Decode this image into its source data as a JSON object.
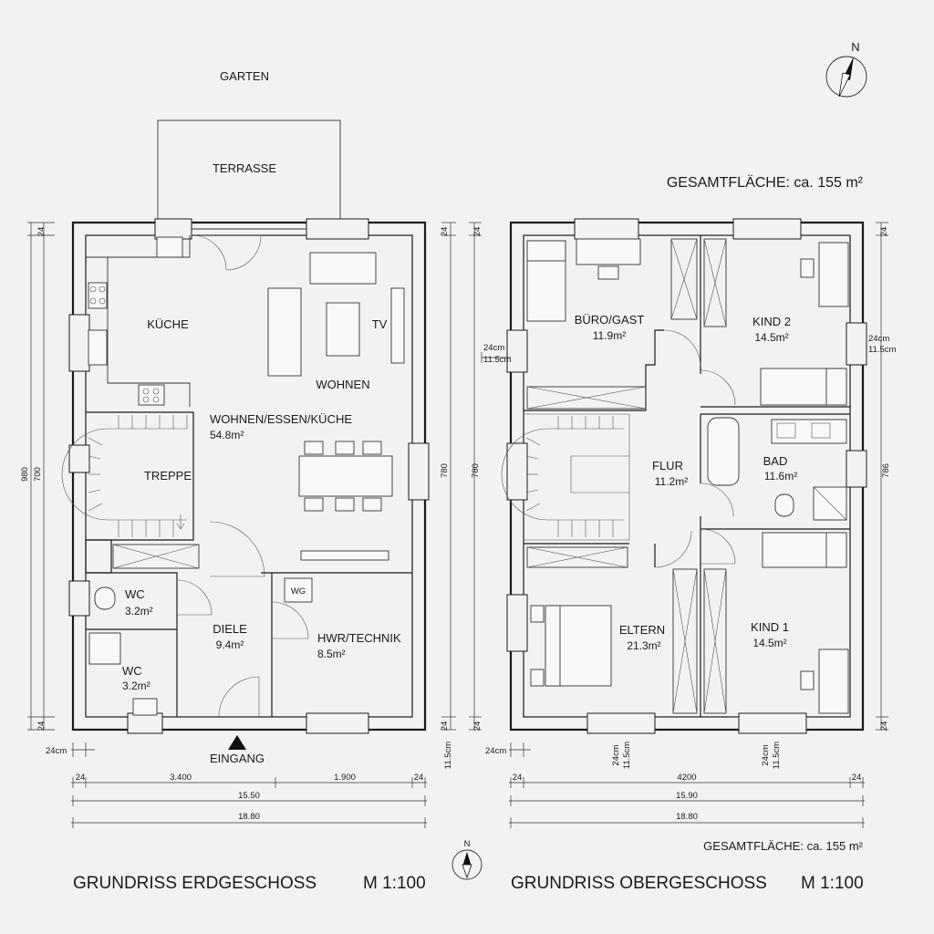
{
  "outside": {
    "garden": "GARTEN",
    "terrace": "TERRASSE",
    "entrance": "EINGANG"
  },
  "totals": {
    "top": "GESAMTFLÄCHE: ca. 155 m²",
    "bottom": "GESAMTFLÄCHE: ca. 155 m²"
  },
  "compass_n": "N",
  "ground": {
    "title": "GRUNDRISS ERDGESCHOSS",
    "scale": "M 1:100",
    "rooms": {
      "kueche": "KÜCHE",
      "tv": "TV",
      "wohnen": "WOHNEN",
      "wek": "WOHNEN/ESSEN/KÜCHE",
      "wek_area": "54.8m²",
      "treppe": "TREPPE",
      "wc1": "WC",
      "wc1_area": "3.2m²",
      "wc2": "WC",
      "wc2_area": "3.2m²",
      "diele": "DIELE",
      "diele_area": "9.4m²",
      "hwr": "HWR/TECHNIK",
      "hwr_area": "8.5m²",
      "wg": "WG"
    },
    "dims": {
      "top_24": "24",
      "bot_24": "24",
      "left_total": "980",
      "left_inner": "700",
      "right_total": "780",
      "right_small": "11.5cm",
      "wall_24cm": "24cm",
      "w1_24": "24",
      "w1_a": "3.400",
      "w1_b": "1.900",
      "w1_24b": "24",
      "w2": "15.50",
      "w3": "18.80"
    }
  },
  "upper": {
    "title": "GRUNDRISS OBERGESCHOSS",
    "scale": "M 1:100",
    "rooms": {
      "buero": "BÜRO/GAST",
      "buero_area": "11.9m²",
      "kind2": "KIND 2",
      "kind2_area": "14.5m²",
      "flur": "FLUR",
      "flur_area": "11.2m²",
      "bad": "BAD",
      "bad_area": "11.6m²",
      "eltern": "ELTERN",
      "eltern_area": "21.3m²",
      "kind1": "KIND 1",
      "kind1_area": "14.5m²"
    },
    "dims": {
      "top_24": "24",
      "bot_24": "24",
      "left_24cm": "24cm",
      "left_115": "11.5cm",
      "left_780": "780",
      "right_24cm": "24cm",
      "right_115": "11.5cm",
      "right_786": "786",
      "wall_24cm": "24cm",
      "b1_24": "24cm",
      "b1_115": "11.5cm",
      "b2_24": "24cm",
      "b2_115": "11.5cm",
      "w1_24": "24",
      "w1_a": "4200",
      "w1_24b": "24",
      "w2": "15.90",
      "w3": "18.80"
    }
  }
}
